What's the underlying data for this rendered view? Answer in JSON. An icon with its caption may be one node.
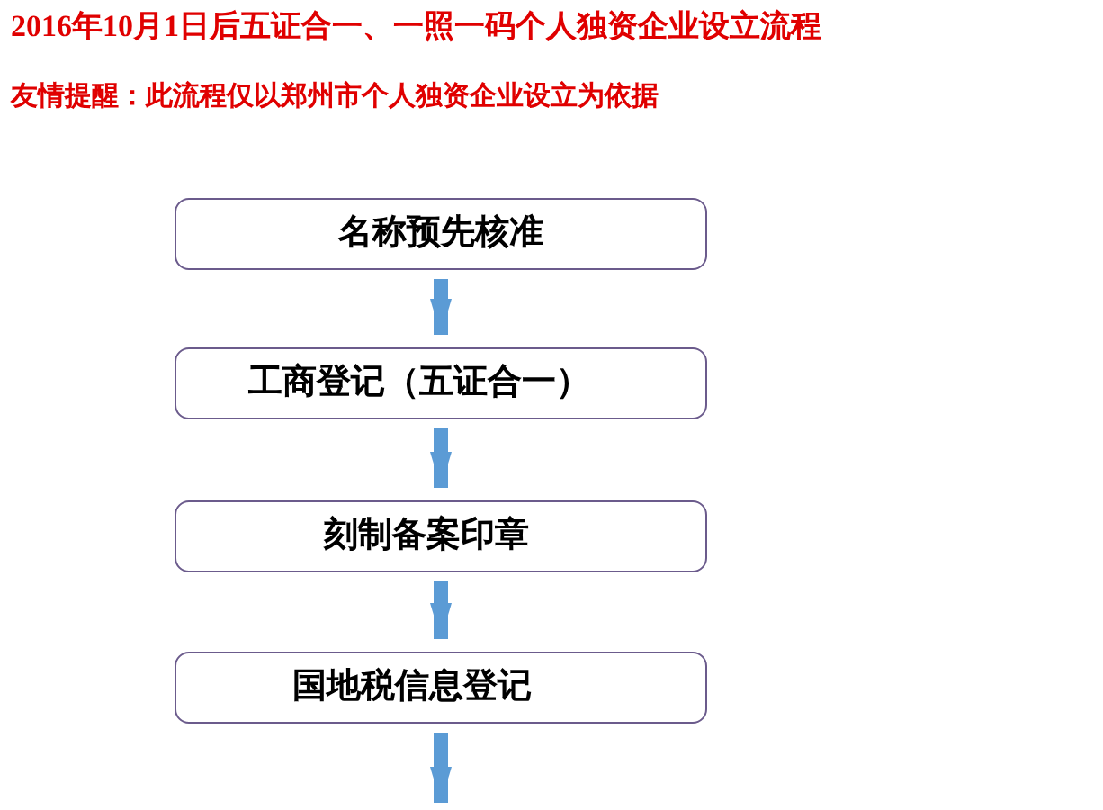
{
  "diagram": {
    "title": "2016年10月1日后五证合一、一照一码个人独资企业设立流程",
    "nodes": [
      {
        "text": [
          "名称预先核准"
        ]
      },
      {
        "text": [
          "工商登记（五证合一）"
        ]
      },
      {
        "text": [
          "刻制备案印章"
        ]
      },
      {
        "text": [
          "国地税信息登记"
        ]
      }
    ],
    "edges": [
      {
        "from": 0,
        "to": 1,
        "arrow": "to"
      },
      {
        "from": 1,
        "to": 2,
        "arrow": "to"
      },
      {
        "from": 2,
        "to": 3,
        "arrow": "to"
      },
      {
        "from": 3,
        "to": null,
        "arrow": "to"
      }
    ],
    "labels": [
      "友情提醒：此流程仅以郑州市个人独资企业设立为依据"
    ]
  }
}
